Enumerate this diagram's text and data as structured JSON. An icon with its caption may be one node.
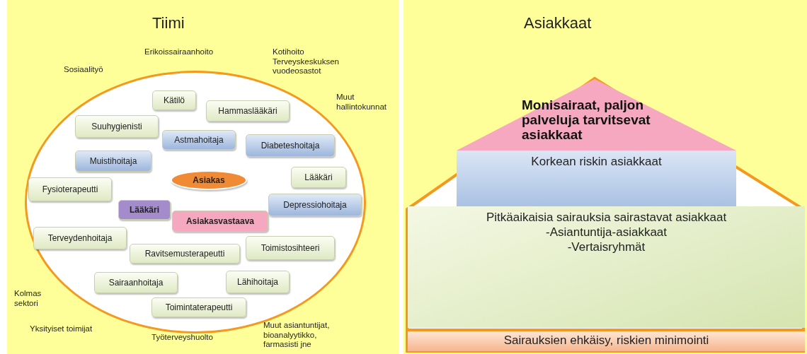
{
  "diagram": {
    "nodes": [
      {
        "text": [
          "Tiimi"
        ]
      },
      {
        "text": [],
        "shape": "ellipse",
        "in": 0
      },
      {
        "text": [
          "Kätilö"
        ],
        "in": 1
      },
      {
        "text": [
          "Hammaslääkäri"
        ],
        "in": 1
      },
      {
        "text": [
          "Suuhygienisti"
        ],
        "in": 1
      },
      {
        "text": [
          "Astmahoitaja"
        ],
        "in": 1
      },
      {
        "text": [
          "Diabeteshoitaja"
        ],
        "in": 1
      },
      {
        "text": [
          "Muistihoitaja"
        ],
        "in": 1
      },
      {
        "text": [
          "Asiakas"
        ],
        "in": 1
      },
      {
        "text": [
          "Lääkäri"
        ],
        "in": 1
      },
      {
        "text": [
          "Fysioterapeutti"
        ],
        "in": 1
      },
      {
        "text": [
          "Lääkäri"
        ],
        "in": 1
      },
      {
        "text": [
          "Depressiohoitaja"
        ],
        "in": 1
      },
      {
        "text": [
          "Asiakasvastaava"
        ],
        "in": 1
      },
      {
        "text": [
          "Terveydenhoitaja"
        ],
        "in": 1
      },
      {
        "text": [
          "Ravitsemusterapeutti"
        ],
        "in": 1
      },
      {
        "text": [
          "Toimistosihteeri"
        ],
        "in": 1
      },
      {
        "text": [
          "Sairaanhoitaja"
        ],
        "in": 1
      },
      {
        "text": [
          "Lähihoitaja"
        ],
        "in": 1
      },
      {
        "text": [
          "Toimintaterapeutti"
        ],
        "in": 1
      },
      {
        "text": [
          "Asiakkaat"
        ]
      },
      {
        "text": [
          "Monisairaat, paljon palveluja tarvitsevat asiakkaat"
        ],
        "in": 20
      },
      {
        "text": [
          "Korkean riskin asiakkaat"
        ],
        "in": 20
      },
      {
        "text": [
          "Pitkäaikaisia sairauksia sairastavat asiakkaat",
          "-Asiantuntija-asiakkaat",
          "-Vertaisryhmät"
        ],
        "in": 20
      },
      {
        "text": [
          "Sairauksien ehkäisy, riskien minimointi"
        ],
        "in": 20
      }
    ],
    "labels": [
      "Erikoissairaanhoito",
      "Kotihoito Terveyskeskuksen vuodeosastot",
      "Sosiaalityö",
      "Muut hallintokunnat",
      "Kolmas sektori",
      "Yksityiset toimijat",
      "Työterveyshuolto",
      "Muut asiantuntijat, bioanalyytikko, farmasisti jne"
    ]
  }
}
